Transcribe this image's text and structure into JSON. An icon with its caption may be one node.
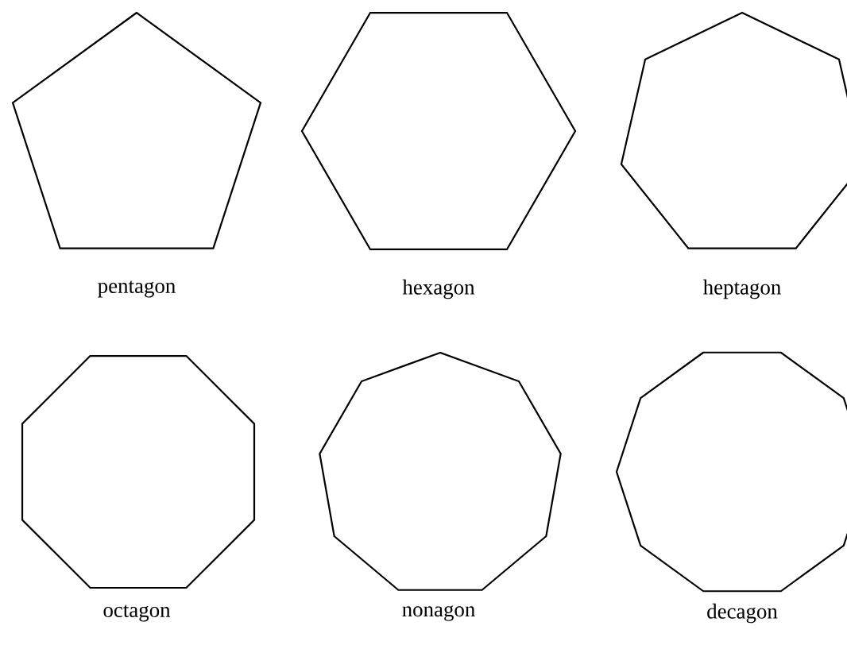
{
  "diagram": {
    "nodes": [
      {
        "text": [
          "pentagon"
        ]
      },
      {
        "text": [
          "hexagon"
        ]
      },
      {
        "text": [
          "heptagon"
        ]
      },
      {
        "text": [
          "octagon"
        ]
      },
      {
        "text": [
          "nonagon"
        ]
      },
      {
        "text": [
          "decagon"
        ]
      }
    ]
  }
}
